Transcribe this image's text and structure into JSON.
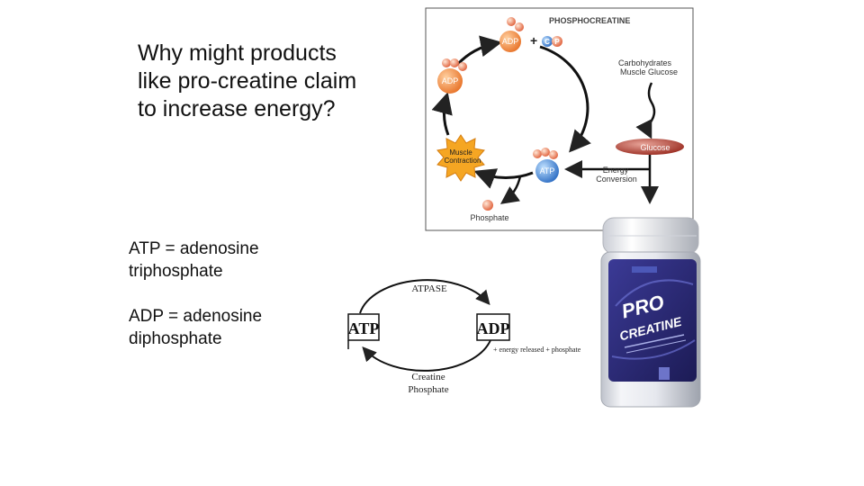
{
  "question": {
    "lines": [
      "Why might products",
      "like pro-creatine claim",
      "to increase energy?"
    ]
  },
  "definitions": {
    "atp_line1": "ATP = adenosine",
    "atp_line2": "triphosphate",
    "adp_line1": "ADP = adenosine",
    "adp_line2": "diphosphate"
  },
  "cycle_diagram": {
    "title": "PHOSPHOCREATINE",
    "adp_top": "ADP",
    "plus": "+",
    "c_letter": "C",
    "p_letter": "P",
    "adp_left": "ADP",
    "muscle_contraction_1": "Muscle",
    "muscle_contraction_2": "Contraction",
    "atp": "ATP",
    "phosphate": "Phosphate",
    "carbs_1": "Carbohydrates",
    "carbs_2": "Muscle Glucose",
    "glucose": "Glucose",
    "energy_1": "Energy",
    "energy_2": "Conversion"
  },
  "atpase_diagram": {
    "atpase": "ATPASE",
    "atp": "ATP",
    "adp": "ADP",
    "energy_note": "+ energy released + phosphate",
    "creatine_1": "Creatine",
    "creatine_2": "Phosphate"
  },
  "product": {
    "brand_top": "PRO",
    "brand_bottom": "CREATINE"
  },
  "colors": {
    "adp_orange": "#f08a3c",
    "atp_blue": "#3d86d6",
    "glucose_red": "#b23a2c",
    "star_orange": "#f5a623",
    "jar_purple": "#2c2b7a"
  }
}
